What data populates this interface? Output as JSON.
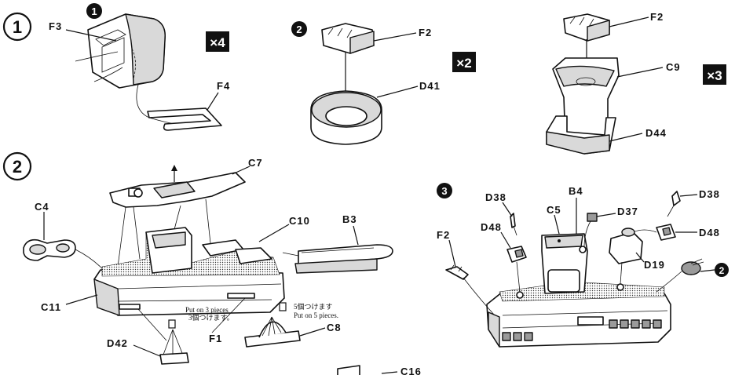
{
  "steps": {
    "step1": "1",
    "step2": "2",
    "sub1": "1",
    "sub2": "2",
    "sub3": "3"
  },
  "multipliers": {
    "m1": "×4",
    "m2": "×2",
    "m3": "×3"
  },
  "labels": {
    "f3": "F3",
    "f4": "F4",
    "f2a": "F2",
    "d41": "D41",
    "f2b": "F2",
    "c9": "C9",
    "d44": "D44",
    "c7": "C7",
    "c4": "C4",
    "c10": "C10",
    "b3": "B3",
    "c11": "C11",
    "f1": "F1",
    "d42": "D42",
    "c8": "C8",
    "c16": "C16",
    "d38a": "D38",
    "b4": "B4",
    "c5": "C5",
    "d37": "D37",
    "d38b": "D38",
    "d48a": "D48",
    "d48b": "D48",
    "f2c": "F2",
    "d19": "D19",
    "ref2": "2"
  },
  "notes": {
    "put3_en": "Put on 3 pieces",
    "put3_jp": "3個つけます。",
    "put5_jp": "5個つけます",
    "put5_en": "Put on 5 pieces."
  },
  "colors": {
    "ink": "#111111",
    "paper": "#ffffff",
    "shade": "#d9d9d9"
  }
}
